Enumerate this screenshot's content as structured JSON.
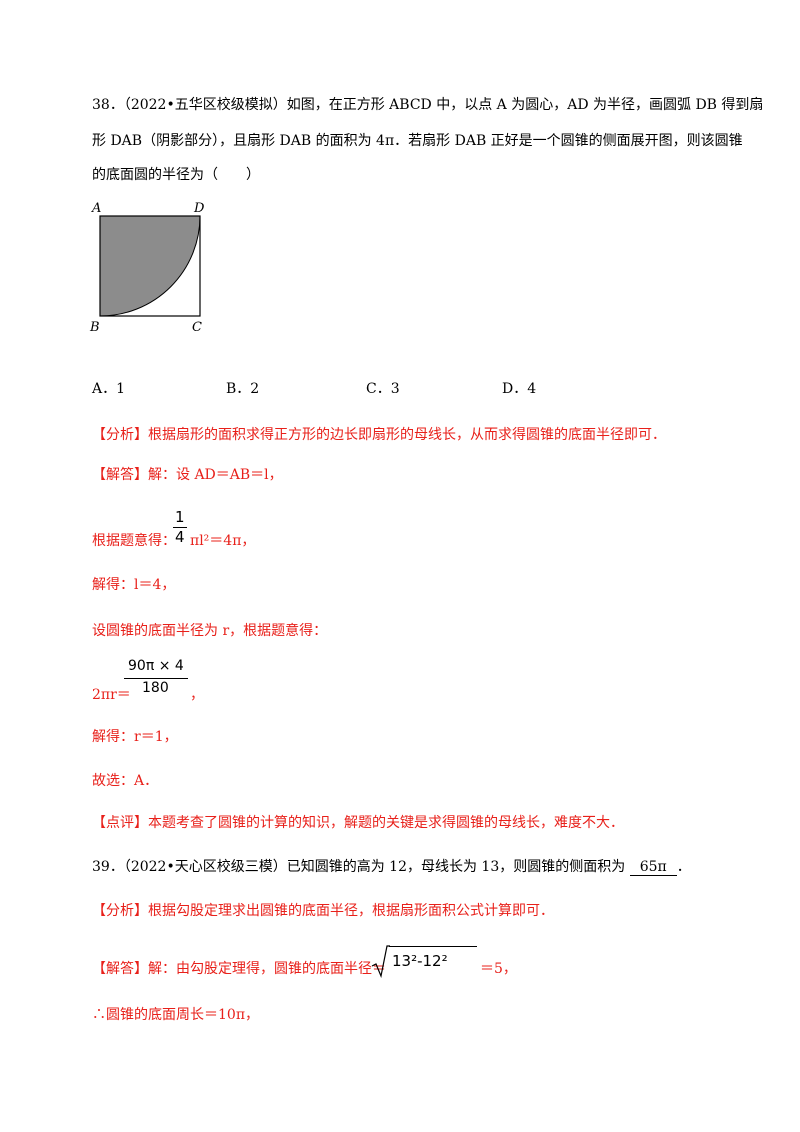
{
  "q38": {
    "number": "38．",
    "source": "（2022•五华区校级模拟）",
    "line1_text": "如图，在正方形 ABCD 中，以点 A 为圆心，AD 为半径，画圆弧 DB 得到扇",
    "line2_text": "形 DAB（阴影部分），且扇形 DAB 的面积为 4π．若扇形 DAB 正好是一个圆锥的侧面展开图，则该圆锥",
    "line3_text": "的底面圆的半径为（　　）",
    "figure": {
      "label_a": "A",
      "label_b": "B",
      "label_c": "C",
      "label_d": "D"
    },
    "options": [
      {
        "letter": "A．",
        "value": "1"
      },
      {
        "letter": "B．",
        "value": "2"
      },
      {
        "letter": "C．",
        "value": "3"
      },
      {
        "letter": "D．",
        "value": "4"
      }
    ],
    "analysis_tag": "【分析】",
    "analysis_text": "根据扇形的面积求得正方形的边长即扇形的母线长，从而求得圆锥的底面半径即可．",
    "answer_tag": "【解答】",
    "answer_intro": "解：设 AD＝AB＝l，",
    "step1_prefix": "根据题意得：",
    "step1_num": "1",
    "step1_den": "4",
    "step1_tail": "πl²＝4π，",
    "step2": "解得：l＝4，",
    "step3": "设圆锥的底面半径为 r，根据题意得：",
    "step4_prefix": "2πr＝",
    "step4_num": "90π × 4",
    "step4_den": "180",
    "step4_tail": "，",
    "step5": "解得：r＝1，",
    "step6": "故选：A．",
    "comment_tag": "【点评】",
    "comment_text": "本题考查了圆锥的计算的知识，解题的关键是求得圆锥的母线长，难度不大．"
  },
  "q39": {
    "number": "39．",
    "source": "（2022•天心区校级三模）",
    "stem": "已知圆锥的高为 12，母线长为 13，则圆锥的侧面积为",
    "blank_answer": "65π",
    "stem_end": "．",
    "analysis_tag": "【分析】",
    "analysis_text": "根据勾股定理求出圆锥的底面半径，根据扇形面积公式计算即可．",
    "answer_tag": "【解答】",
    "answer_prefix": "解：由勾股定理得，圆锥的底面半径＝",
    "sqrt_content": "13²-12²",
    "answer_tail": "＝5，",
    "step2": "∴圆锥的底面周长＝10π，"
  },
  "colors": {
    "answer_red": "#e8201a",
    "shade_gray": "#8c8c8c"
  }
}
